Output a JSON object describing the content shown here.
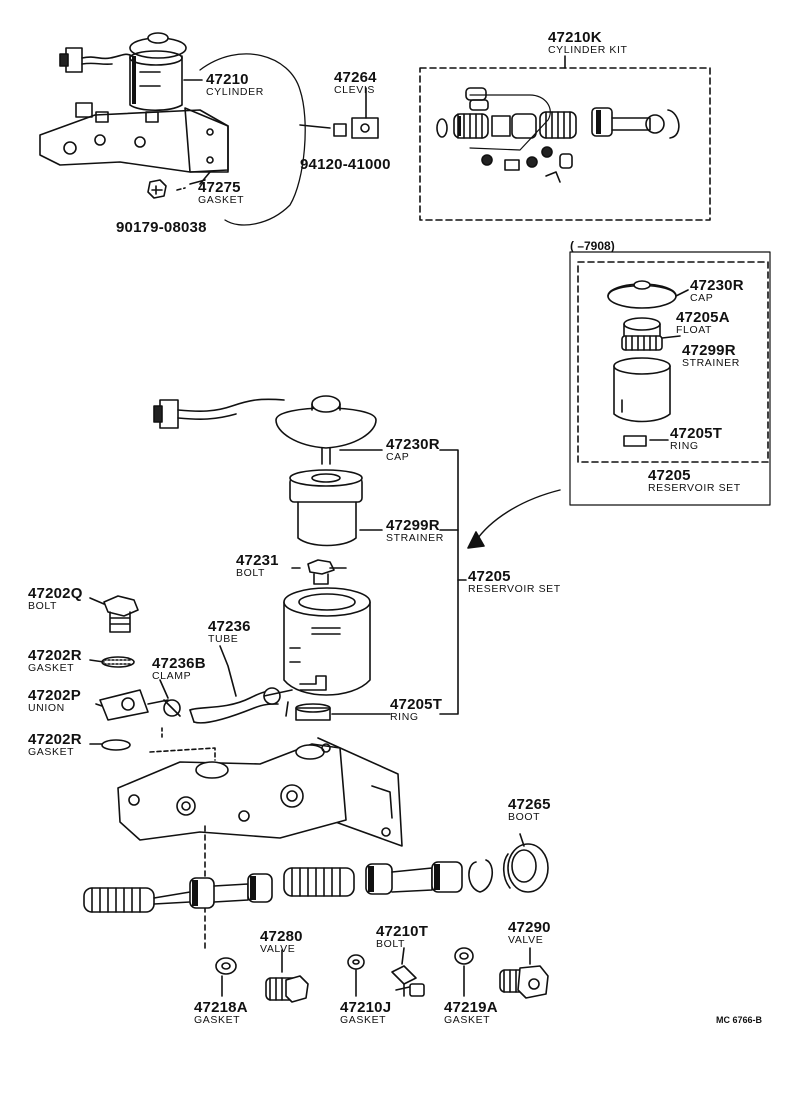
{
  "labels": [
    {
      "id": "l1",
      "part": "47210",
      "name": "CYLINDER"
    },
    {
      "id": "l2",
      "part": "47264",
      "name": "CLEVIS"
    },
    {
      "id": "l3",
      "part": "94120-41000",
      "name": ""
    },
    {
      "id": "l4",
      "part": "47275",
      "name": "GASKET"
    },
    {
      "id": "l5",
      "part": "90179-08038",
      "name": ""
    },
    {
      "id": "l6",
      "part": "47210K",
      "name": "CYLINDER KIT"
    },
    {
      "id": "l7",
      "part": "47230R",
      "name": "CAP"
    },
    {
      "id": "l8",
      "part": "47205A",
      "name": "FLOAT"
    },
    {
      "id": "l9",
      "part": "47299R",
      "name": "STRAINER"
    },
    {
      "id": "l10",
      "part": "47205T",
      "name": "RING"
    },
    {
      "id": "l11",
      "part": "47205",
      "name": "RESERVOIR SET"
    },
    {
      "id": "l12",
      "part": "47230R",
      "name": "CAP"
    },
    {
      "id": "l13",
      "part": "47299R",
      "name": "STRAINER"
    },
    {
      "id": "l14",
      "part": "47231",
      "name": "BOLT"
    },
    {
      "id": "l15",
      "part": "47205",
      "name": "RESERVOIR SET"
    },
    {
      "id": "l16",
      "part": "47202Q",
      "name": "BOLT"
    },
    {
      "id": "l17",
      "part": "47236",
      "name": "TUBE"
    },
    {
      "id": "l18",
      "part": "47202R",
      "name": "GASKET"
    },
    {
      "id": "l19",
      "part": "47236B",
      "name": "CLAMP"
    },
    {
      "id": "l20",
      "part": "47202P",
      "name": "UNION"
    },
    {
      "id": "l21",
      "part": "47205T",
      "name": "RING"
    },
    {
      "id": "l22",
      "part": "47202R",
      "name": "GASKET"
    },
    {
      "id": "l23",
      "part": "47265",
      "name": "BOOT"
    },
    {
      "id": "l24",
      "part": "47280",
      "name": "VALVE"
    },
    {
      "id": "l25",
      "part": "47210T",
      "name": "BOLT"
    },
    {
      "id": "l26",
      "part": "47290",
      "name": "VALVE"
    },
    {
      "id": "l27",
      "part": "47218A",
      "name": "GASKET"
    },
    {
      "id": "l28",
      "part": "47210J",
      "name": "GASKET"
    },
    {
      "id": "l29",
      "part": "47219A",
      "name": "GASKET"
    }
  ],
  "inset_range": "(      –7908)",
  "figure_code": "MC 6766-B"
}
